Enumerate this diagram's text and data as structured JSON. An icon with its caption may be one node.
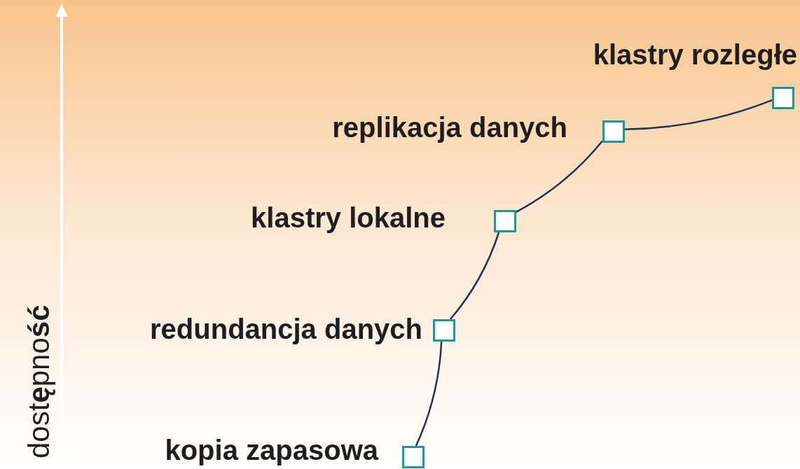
{
  "diagram": {
    "nodes": [
      {
        "text": [],
        "shape": "box",
        "beside": [
          "kopia zapasowa"
        ]
      },
      {
        "text": [],
        "shape": "box",
        "beside": [
          "redundancja danych"
        ]
      },
      {
        "text": [],
        "shape": "box",
        "beside": [
          "klastry lokalne"
        ]
      },
      {
        "text": [],
        "shape": "box",
        "beside": [
          "replikacja danych"
        ]
      },
      {
        "text": [],
        "shape": "box",
        "beside": [
          "klastry rozległe"
        ]
      }
    ],
    "edges": [
      {
        "from": 0,
        "to": 1,
        "arrow": "none"
      },
      {
        "from": 1,
        "to": 2,
        "arrow": "none"
      },
      {
        "from": 2,
        "to": 3,
        "arrow": "none"
      },
      {
        "from": 3,
        "to": 4,
        "arrow": "none"
      }
    ],
    "labels": [
      "dost**ę**pno**ść**"
    ]
  }
}
